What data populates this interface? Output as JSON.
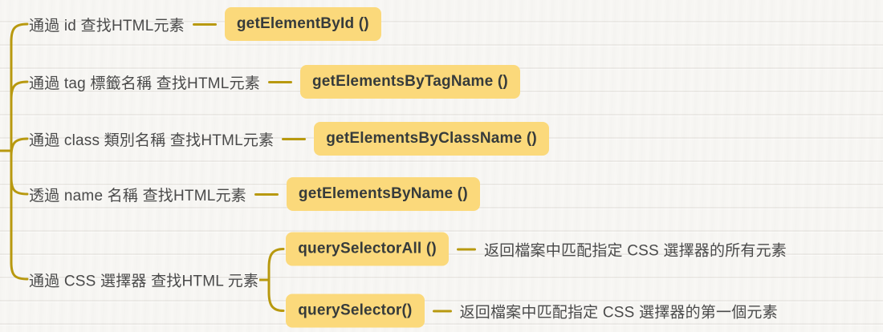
{
  "colors": {
    "background": "#f8f7f4",
    "connector": "#b8990f",
    "label_background": "#fbd97b",
    "label_text": "#363b3b",
    "topic_text": "#4a4a4a"
  },
  "branches": [
    {
      "topic": "通過 id 查找HTML元素",
      "method": "getElementById ()"
    },
    {
      "topic": "通過 tag 標籤名稱 查找HTML元素",
      "method": "getElementsByTagName ()"
    },
    {
      "topic": "通過 class 類別名稱 查找HTML元素",
      "method": "getElementsByClassName ()"
    },
    {
      "topic": "透過 name 名稱 查找HTML元素",
      "method": "getElementsByName ()"
    },
    {
      "topic": "通過 CSS 選擇器 查找HTML 元素",
      "children": [
        {
          "method": "querySelectorAll ()",
          "description": "返回檔案中匹配指定 CSS 選擇器的所有元素"
        },
        {
          "method": "querySelector()",
          "description": "返回檔案中匹配指定 CSS 選擇器的第一個元素"
        }
      ]
    }
  ]
}
